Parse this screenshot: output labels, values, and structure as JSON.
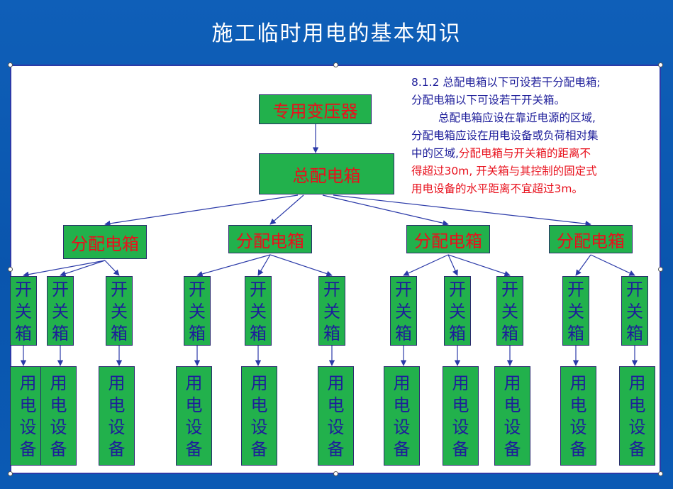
{
  "slide": {
    "title": "施工临时用电的基本知识"
  },
  "note": {
    "line1": "8.1.2 总配电箱以下可设若干分配电箱;",
    "line2": "分配电箱以下可设若干开关箱。",
    "line3": "总配电箱应设在靠近电源的区域,",
    "line4": "分配电箱应设在用电设备或负荷相对集",
    "line5a": "中的区域,",
    "line5b": "分配电箱与开关箱的距离不",
    "line6": "得超过30m, 开关箱与其控制的固定式",
    "line7": "用电设备的水平距离不宜超过3m。"
  },
  "diagram": {
    "transformer": "专用变压器",
    "main_box": "总配电箱",
    "distribution_box": "分配电箱",
    "switch_box_chars": [
      "开",
      "关",
      "箱"
    ],
    "equipment_chars": [
      "用",
      "电",
      "设",
      "备"
    ],
    "distribution_count": 4,
    "switches_per_group": [
      3,
      3,
      3,
      2
    ],
    "colors": {
      "box_fill": "#22b14c",
      "red_text": "#e8101c",
      "blue_text": "#1d1d9a",
      "arrow": "#2b3aa8"
    }
  }
}
